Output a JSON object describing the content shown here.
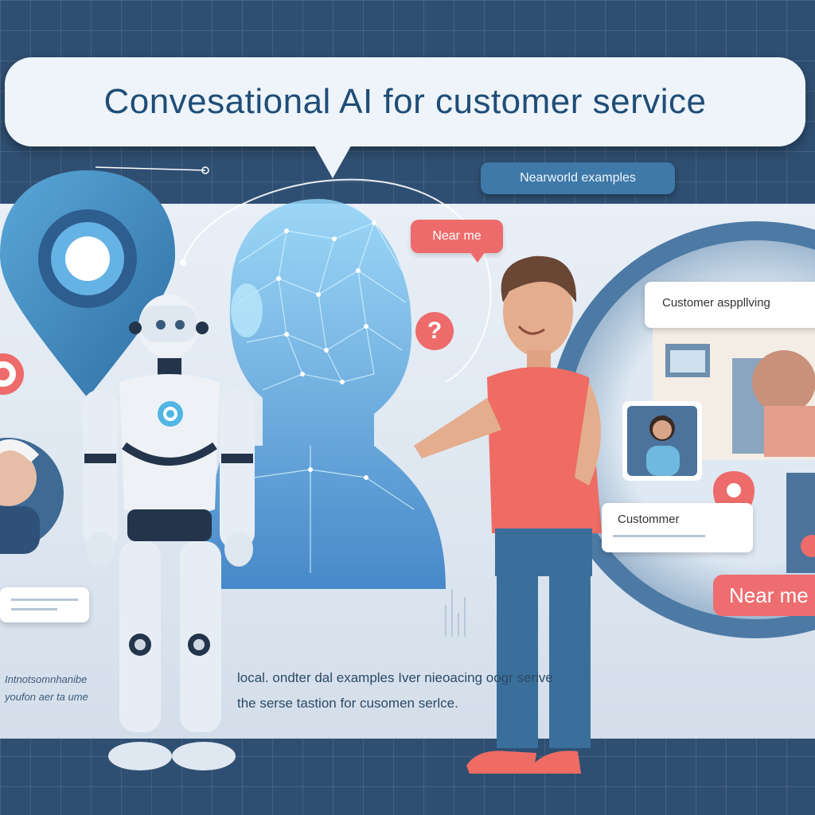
{
  "title": "Convesational AI for customer service",
  "tag_examples": "Nearworld examples",
  "near_me_small": "Near me",
  "near_me_large": "Near me",
  "question_mark": "?",
  "card_customer_applying": "Customer asppllving",
  "card_customer": "Custommer",
  "body_line_1": "local. ondter dal examples Iver nieoacing      oogr serive",
  "body_line_2": "the serse tastion for cusomen serlce.",
  "side_line_1": "Intnotsomnhanibe",
  "side_line_2": "youfon aer ta ume",
  "colors": {
    "background": "#2f4f72",
    "title_text": "#1f4d77",
    "accent_blue": "#3f79a8",
    "accent_red": "#ee6b6b",
    "panel": "#e9eff6"
  }
}
